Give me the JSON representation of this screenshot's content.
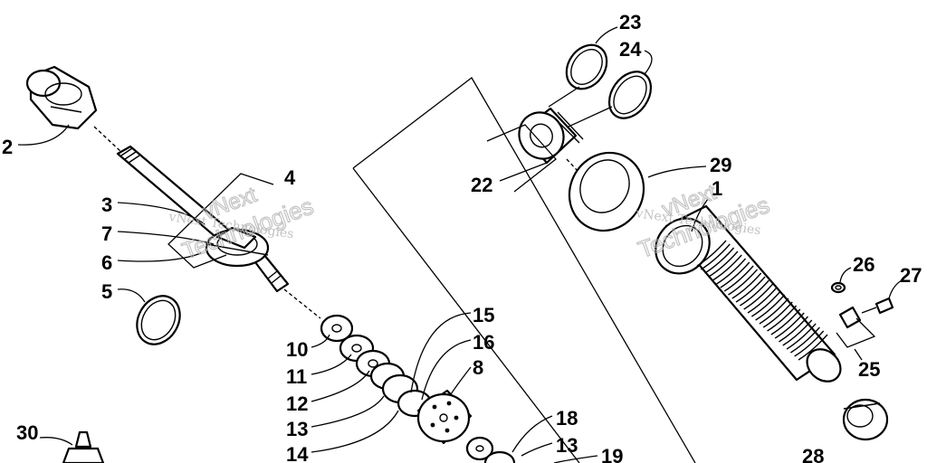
{
  "callouts": [
    {
      "id": "c1",
      "label": "1"
    },
    {
      "id": "c2",
      "label": "2"
    },
    {
      "id": "c3",
      "label": "3"
    },
    {
      "id": "c4",
      "label": "4"
    },
    {
      "id": "c5",
      "label": "5"
    },
    {
      "id": "c6",
      "label": "6"
    },
    {
      "id": "c7",
      "label": "7"
    },
    {
      "id": "c8",
      "label": "8"
    },
    {
      "id": "c10",
      "label": "10"
    },
    {
      "id": "c11",
      "label": "11"
    },
    {
      "id": "c12",
      "label": "12"
    },
    {
      "id": "c13a",
      "label": "13"
    },
    {
      "id": "c13b",
      "label": "13"
    },
    {
      "id": "c14",
      "label": "14"
    },
    {
      "id": "c15",
      "label": "15"
    },
    {
      "id": "c16",
      "label": "16"
    },
    {
      "id": "c18",
      "label": "18"
    },
    {
      "id": "c19",
      "label": "19"
    },
    {
      "id": "c22",
      "label": "22"
    },
    {
      "id": "c23",
      "label": "23"
    },
    {
      "id": "c24",
      "label": "24"
    },
    {
      "id": "c25",
      "label": "25"
    },
    {
      "id": "c26",
      "label": "26"
    },
    {
      "id": "c27",
      "label": "27"
    },
    {
      "id": "c28",
      "label": "28"
    },
    {
      "id": "c29",
      "label": "29"
    },
    {
      "id": "c30",
      "label": "30"
    }
  ],
  "watermarks": [
    {
      "id": "wm1",
      "line1": "vNext Technologies",
      "hollow1": "vNext",
      "hollow2": "Technologies"
    },
    {
      "id": "wm2",
      "line1": "vNext Technologies",
      "hollow1": "vNext",
      "hollow2": "Technologies"
    }
  ],
  "colors": {
    "ink": "#000000",
    "paper": "#ffffff",
    "watermark": "#b9b9b9"
  }
}
